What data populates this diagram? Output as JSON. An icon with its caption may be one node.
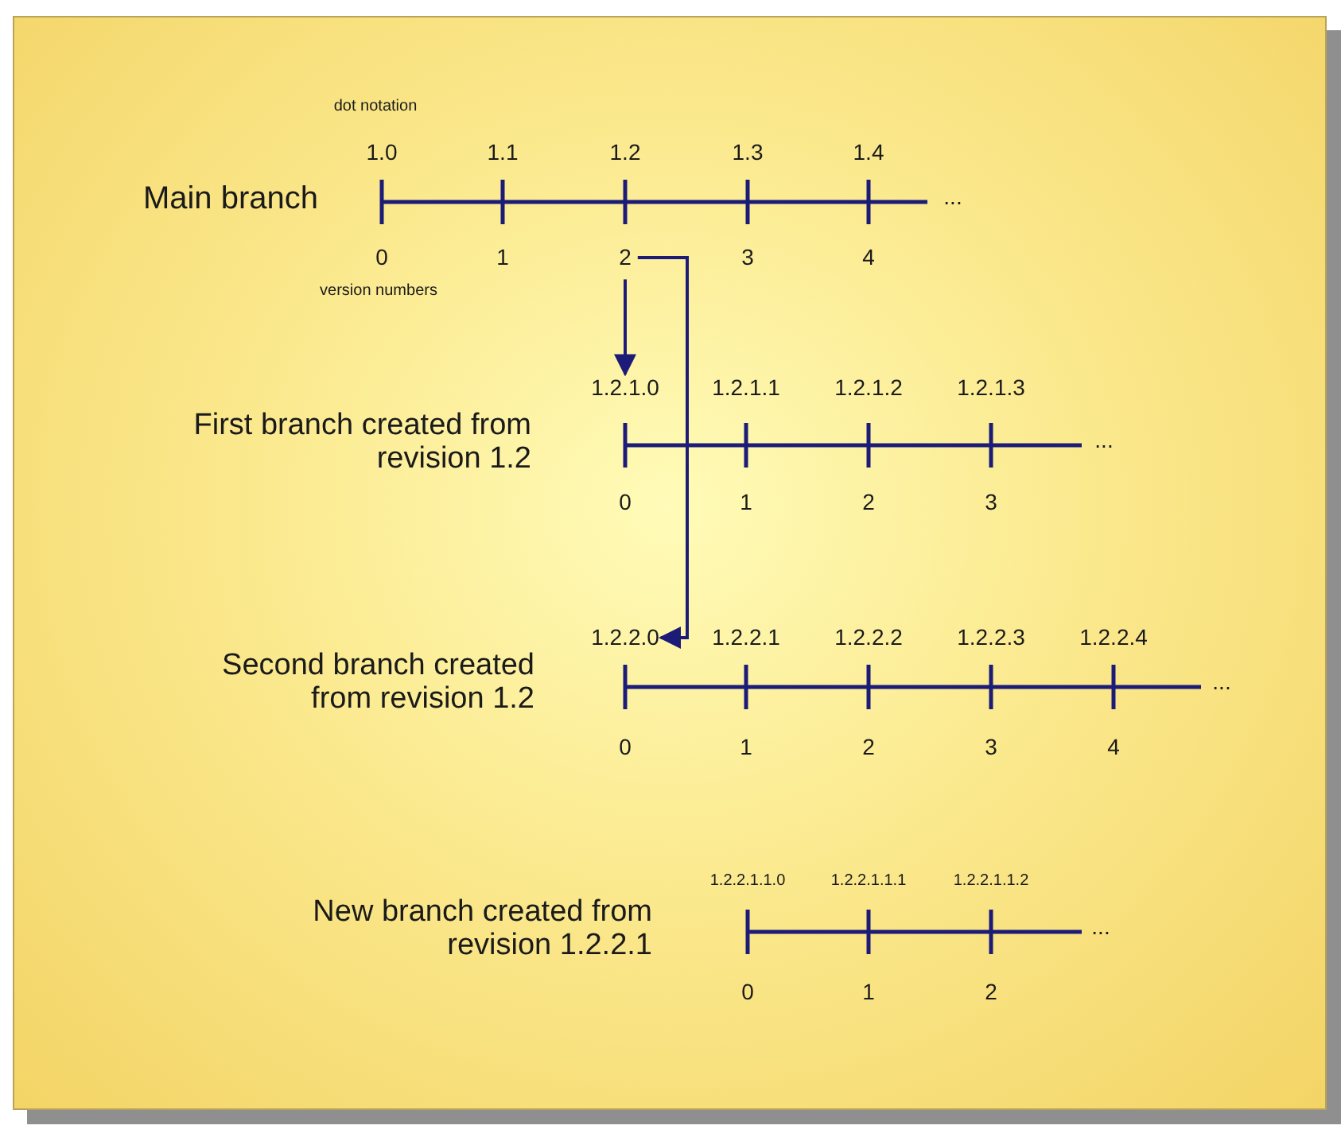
{
  "diagram": {
    "nodes": [
      {
        "text": [
          "2"
        ]
      },
      {
        "text": [
          "1.2.1.0"
        ]
      },
      {
        "text": [
          "1.2.2.0"
        ]
      }
    ],
    "edges": [
      {
        "from": 0,
        "to": 1,
        "arrow": "to"
      },
      {
        "from": 0,
        "to": 2,
        "arrow": "to"
      }
    ],
    "labels": [
      "dot notation",
      "1.0",
      "1.1",
      "1.2",
      "1.3",
      "1.4",
      "Main branch",
      "...",
      "0",
      "1",
      "3",
      "4",
      "version numbers",
      "1.2.1.1",
      "1.2.1.2",
      "1.2.1.3",
      "First branch created from revision 1.2",
      "...",
      "0",
      "1",
      "2",
      "3",
      "1.2.2.1",
      "1.2.2.2",
      "1.2.2.3",
      "1.2.2.4",
      "Second branch created from revision 1.2",
      "...",
      "0",
      "1",
      "2",
      "3",
      "4",
      "1.2.2.1.1.0",
      "1.2.2.1.1.1",
      "1.2.2.1.1.2",
      "New branch created from revision 1.2.2.1",
      "...",
      "0",
      "1",
      "2"
    ]
  }
}
